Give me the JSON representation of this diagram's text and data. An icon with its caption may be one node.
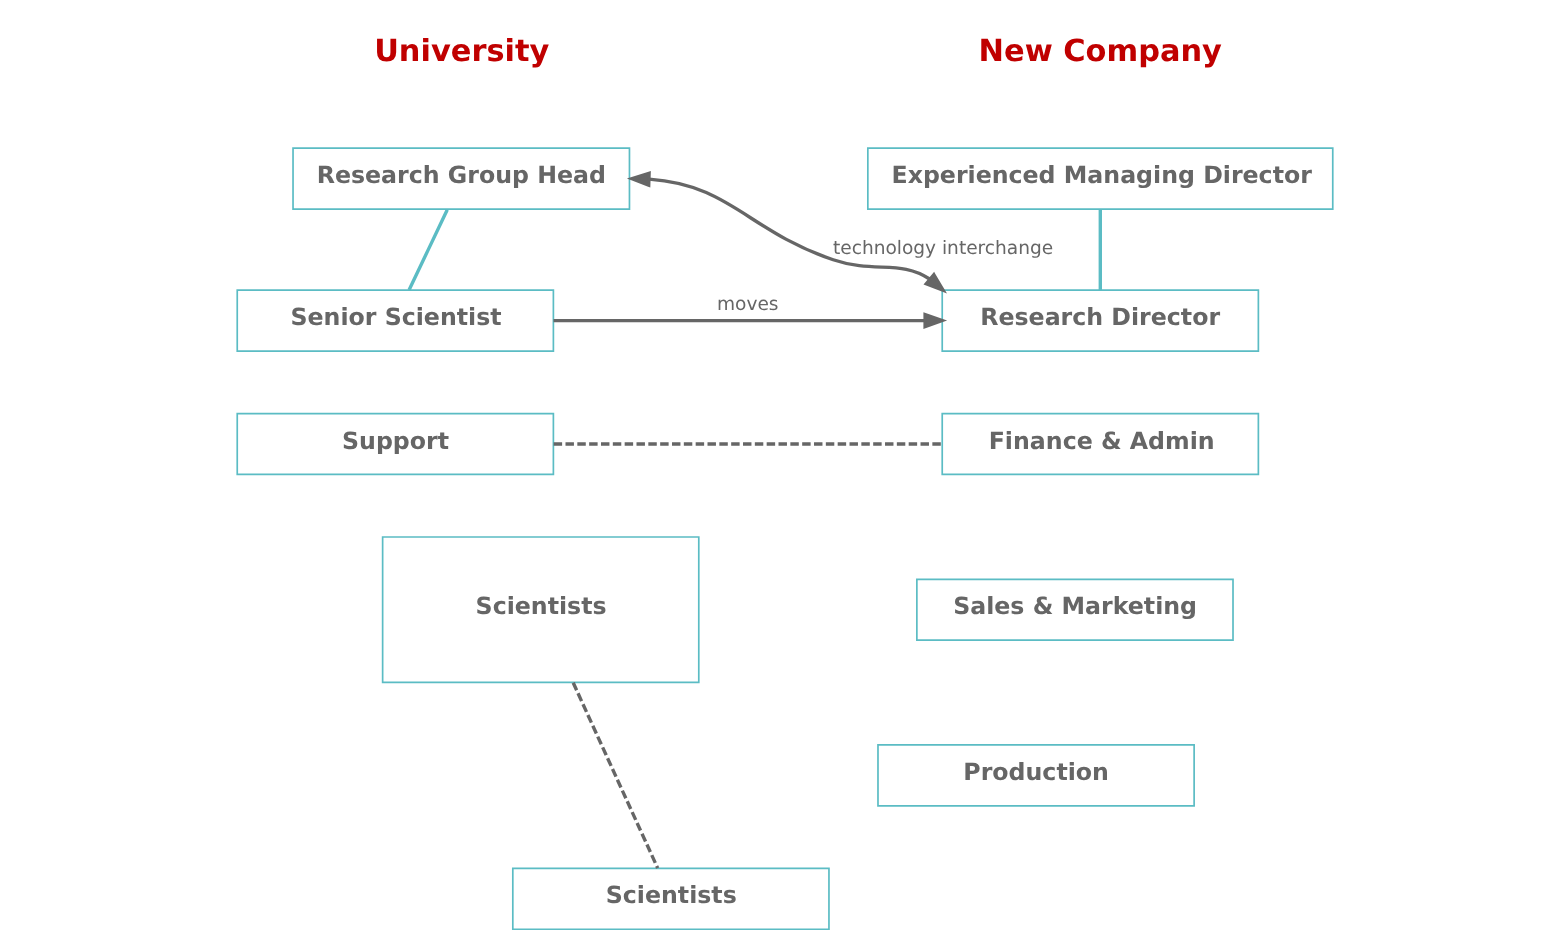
{
  "diagram": {
    "nodes": [
      {
        "text": [
          "Research Group Head"
        ]
      },
      {
        "text": [
          "Senior Scientist"
        ]
      },
      {
        "text": [
          "Support"
        ]
      },
      {
        "text": [
          "Scientists"
        ]
      },
      {
        "text": [
          "Experienced Managing Director"
        ]
      },
      {
        "text": [
          "Research Director"
        ]
      },
      {
        "text": [
          "Finance & Admin"
        ]
      },
      {
        "text": [
          "Sales & Marketing"
        ]
      },
      {
        "text": [
          "Production"
        ]
      },
      {
        "text": [
          "Scientists"
        ]
      }
    ],
    "edges": [
      {
        "from": 0,
        "to": 1,
        "arrow": "none",
        "color": "#5bbcc4"
      },
      {
        "from": 4,
        "to": 5,
        "arrow": "none",
        "color": "#5bbcc4"
      },
      {
        "from": 0,
        "to": 5,
        "arrow": "both",
        "label": "technology interchange"
      },
      {
        "from": 1,
        "to": 5,
        "arrow": "to",
        "label": "moves"
      },
      {
        "from": 2,
        "to": 6,
        "arrow": "none",
        "style": "dashed"
      },
      {
        "from": 3,
        "to": 9,
        "arrow": "none",
        "style": "dashed"
      }
    ],
    "labels": [
      "University",
      "New Company"
    ]
  }
}
